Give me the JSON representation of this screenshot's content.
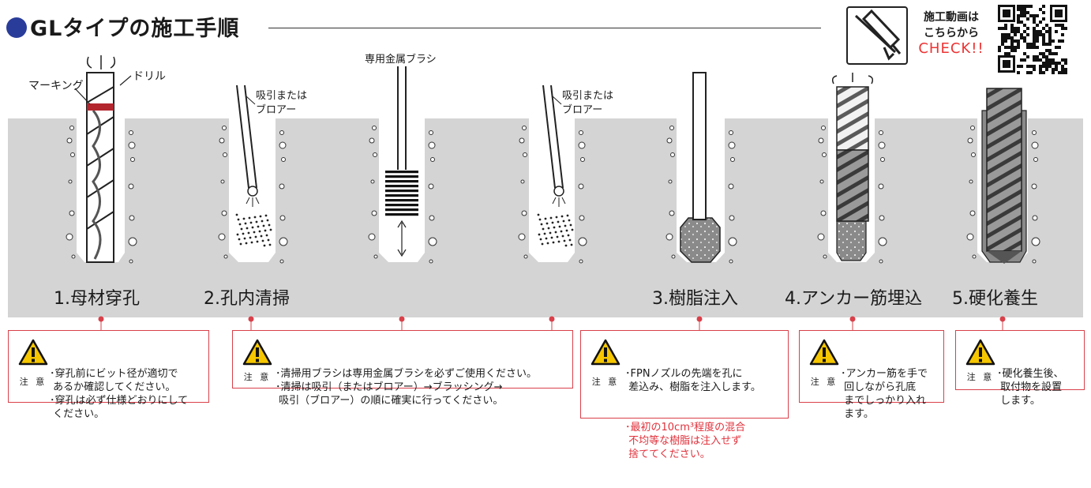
{
  "title": "GLタイプの施工手順",
  "video": {
    "line1": "施工動画は",
    "line2": "こちらから",
    "check": "CHECK!!"
  },
  "labels": {
    "marking": "マーキング",
    "drill": "ドリル",
    "suction1": "吸引または",
    "blower1": "ブロアー",
    "brush": "専用金属ブラシ",
    "suction2": "吸引または",
    "blower2": "ブロアー"
  },
  "steps": [
    {
      "label": "1.母材穿孔"
    },
    {
      "label": "2.孔内清掃"
    },
    {
      "label": "3.樹脂注入"
    },
    {
      "label": "4.アンカー筋埋込"
    },
    {
      "label": "5.硬化養生"
    }
  ],
  "warning_label": "注 意",
  "notes": [
    {
      "lines": [
        "･穿孔前にビット径が適切で",
        " あるか確認してください。",
        "･穿孔は必ず仕様どおりにして",
        " ください。"
      ]
    },
    {
      "lines": [
        "･清掃用ブラシは専用金属ブラシを必ずご使用ください。",
        "･清掃は吸引（またはブロアー）→ブラッシング→",
        " 吸引（ブロアー）の順に確実に行ってください。"
      ]
    },
    {
      "lines": [
        "･FPNノズルの先端を孔に",
        " 差込み、樹脂を注入します。"
      ],
      "red_lines": [
        "･最初の10cm³程度の混合",
        " 不均等な樹脂は注入せず",
        " 捨ててください。"
      ]
    },
    {
      "lines": [
        "･アンカー筋を手で",
        " 回しながら孔底",
        " までしっかり入れ",
        " ます。"
      ]
    },
    {
      "lines": [
        "･硬化養生後、",
        " 取付物を設置",
        " します。"
      ]
    }
  ],
  "colors": {
    "accent": "#2a3c9a",
    "ground": "#d4d4d4",
    "alert": "#e0323c",
    "marking": "#b3262e"
  }
}
